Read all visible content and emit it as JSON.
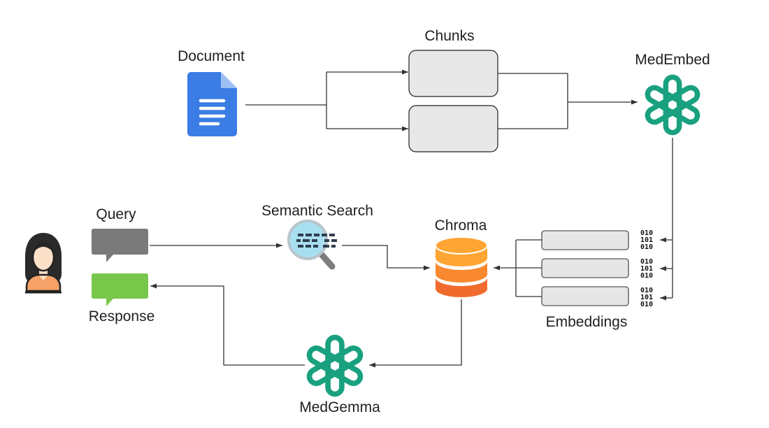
{
  "labels": {
    "document": "Document",
    "chunks": "Chunks",
    "medembed": "MedEmbed",
    "query": "Query",
    "response": "Response",
    "semantic_search": "Semantic Search",
    "chroma": "Chroma",
    "embeddings": "Embeddings",
    "medgemma": "MedGemma"
  },
  "binary_rows": [
    "010",
    "101",
    "010"
  ],
  "colors": {
    "model_icon": "#19a17f",
    "document_icon": "#3b7de5",
    "query_bubble": "#7a7a7a",
    "response_bubble": "#78c74a",
    "database_top": "#ffa533",
    "database_bottom": "#f26b2e",
    "lens": "#a8dff0",
    "lens_handle": "#7d7d7d",
    "user_hair": "#2a2a2a",
    "user_skin": "#fde0c8",
    "user_shirt": "#f5a167"
  },
  "icons": {
    "document": "document-icon",
    "model": "openai-knot-icon",
    "search": "magnifier-icon",
    "database": "database-icon",
    "user": "user-avatar-icon",
    "query": "chat-bubble-icon",
    "response": "chat-bubble-icon"
  }
}
